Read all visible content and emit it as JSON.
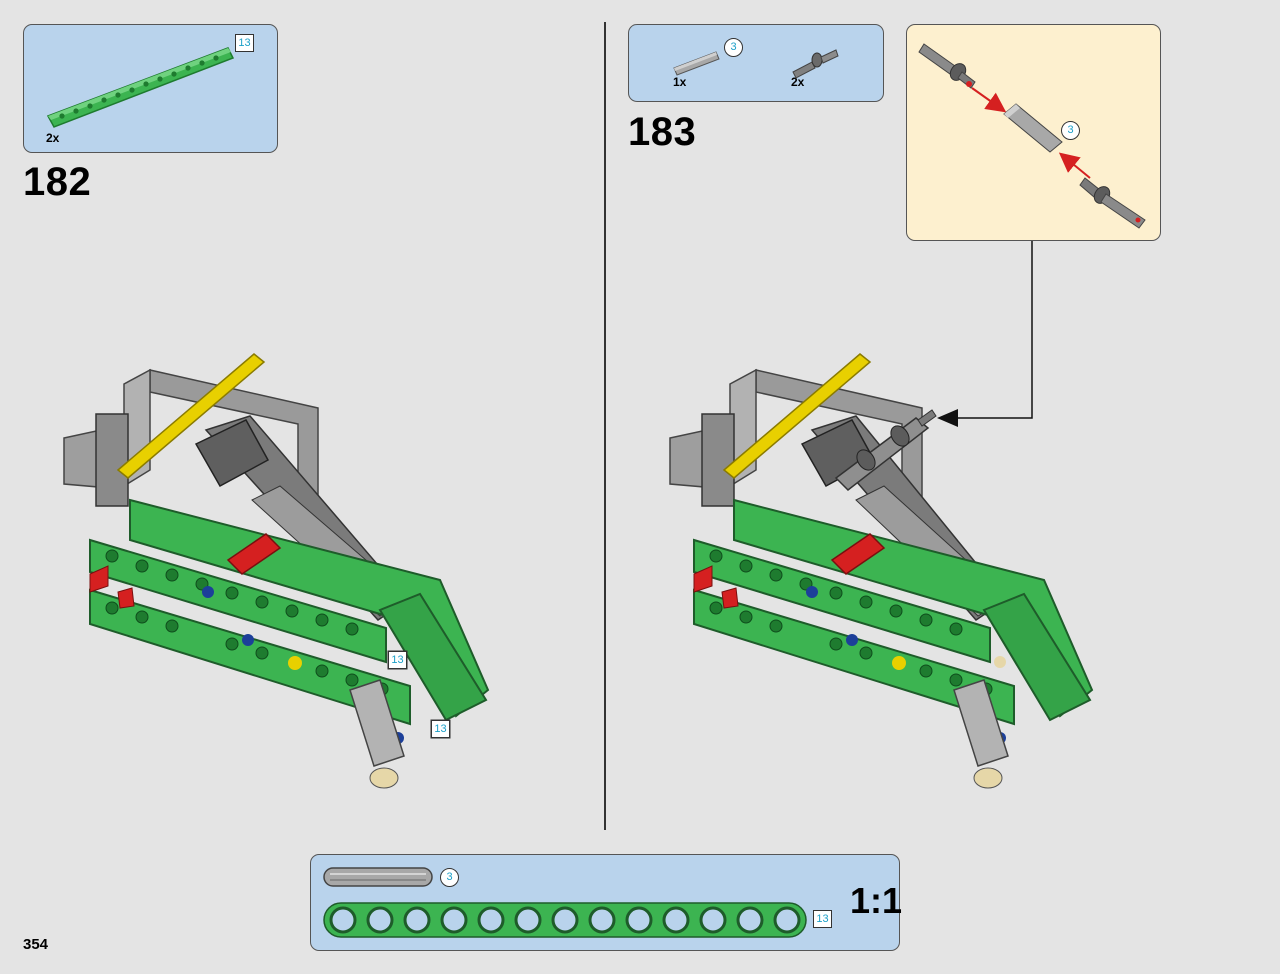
{
  "page": {
    "number": "354"
  },
  "colors": {
    "green": "#3cb451",
    "green_dark": "#1e7b2f",
    "gray": "#9a9a9a",
    "dark_gray": "#5a5a5a",
    "yellow": "#e8d000",
    "red": "#d52020",
    "blue": "#1c3f99",
    "callout_blue": "#b9d3ec",
    "callout_cream": "#fdf0cf",
    "callout_text": "#1da0c8"
  },
  "step_182": {
    "number": "182",
    "parts": [
      {
        "name": "beam-13-green",
        "qty": "2x",
        "length_label": "13"
      }
    ],
    "model_callouts": [
      "13",
      "13"
    ]
  },
  "step_183": {
    "number": "183",
    "parts": [
      {
        "name": "axle-3-gray",
        "qty": "1x",
        "length_label": "3"
      },
      {
        "name": "pin-with-bush",
        "qty": "2x"
      }
    ],
    "subassembly": {
      "axle_label": "3"
    }
  },
  "reference": {
    "scale": "1:1",
    "axle": {
      "length_label": "3"
    },
    "beam": {
      "length_label": "13"
    }
  }
}
